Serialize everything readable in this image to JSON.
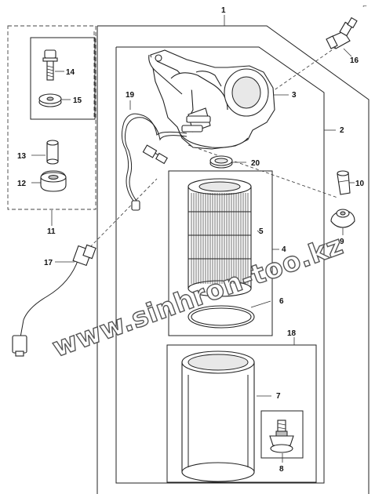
{
  "diagram": {
    "corner_mark": "⌐",
    "watermark": "www.sinhron-too.kz",
    "callouts": [
      {
        "id": "c1",
        "label": "1"
      },
      {
        "id": "c2",
        "label": "2"
      },
      {
        "id": "c3",
        "label": "3"
      },
      {
        "id": "c4",
        "label": "4"
      },
      {
        "id": "c5",
        "label": "5"
      },
      {
        "id": "c6",
        "label": "6"
      },
      {
        "id": "c7",
        "label": "7"
      },
      {
        "id": "c8",
        "label": "8"
      },
      {
        "id": "c9",
        "label": "9"
      },
      {
        "id": "c10",
        "label": "10"
      },
      {
        "id": "c11",
        "label": "11"
      },
      {
        "id": "c12",
        "label": "12"
      },
      {
        "id": "c13",
        "label": "13"
      },
      {
        "id": "c14",
        "label": "14"
      },
      {
        "id": "c15",
        "label": "15"
      },
      {
        "id": "c16",
        "label": "16"
      },
      {
        "id": "c17",
        "label": "17"
      },
      {
        "id": "c18",
        "label": "18"
      },
      {
        "id": "c19",
        "label": "19"
      },
      {
        "id": "c20",
        "label": "20"
      }
    ]
  }
}
